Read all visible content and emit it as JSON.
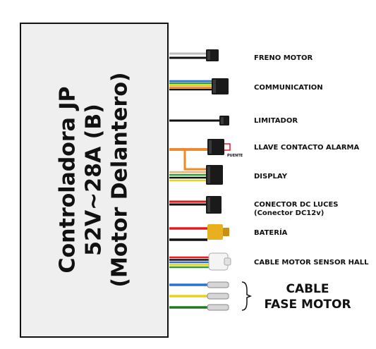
{
  "controller": {
    "title_lines": [
      "Controladora JP",
      "52V~28A (B)",
      "(Motor Delantero)"
    ]
  },
  "connectors": [
    {
      "id": "freno",
      "label": "FRENO MOTOR",
      "wire_colors": [
        "#bdbdbd",
        "#111111"
      ]
    },
    {
      "id": "comm",
      "label": "COMMUNICATION",
      "wire_colors": [
        "#2c6fd6",
        "#2e9d3a",
        "#e8d21f",
        "#f08a24",
        "#111111"
      ]
    },
    {
      "id": "limitador",
      "label": "LIMITADOR",
      "wire_colors": [
        "#111111"
      ]
    },
    {
      "id": "llave",
      "label": "LLAVE CONTACTO ALARMA",
      "wire_colors": [
        "#e31b1b",
        "#f08a24"
      ],
      "bridge_label": "PUENTE"
    },
    {
      "id": "display",
      "label": "DISPLAY",
      "wire_colors": [
        "#f2b077",
        "#2e9d3a",
        "#111111",
        "#e8d21f"
      ]
    },
    {
      "id": "luces",
      "label": "CONECTOR DC LUCES",
      "sublabel": "(Conector DC12v)",
      "wire_colors": [
        "#e31b1b",
        "#111111"
      ]
    },
    {
      "id": "bateria",
      "label": "BATERÍA",
      "wire_colors": [
        "#e31b1b",
        "#111111"
      ]
    },
    {
      "id": "hall",
      "label": "CABLE MOTOR SENSOR HALL",
      "wire_colors": [
        "#e31b1b",
        "#111111",
        "#2c6fd6",
        "#e8d21f",
        "#2e9d3a"
      ]
    }
  ],
  "phase": {
    "label_lines": [
      "CABLE",
      "FASE MOTOR"
    ],
    "wire_colors": [
      "#2c6fd6",
      "#e8d21f",
      "#1f7a1f"
    ]
  }
}
